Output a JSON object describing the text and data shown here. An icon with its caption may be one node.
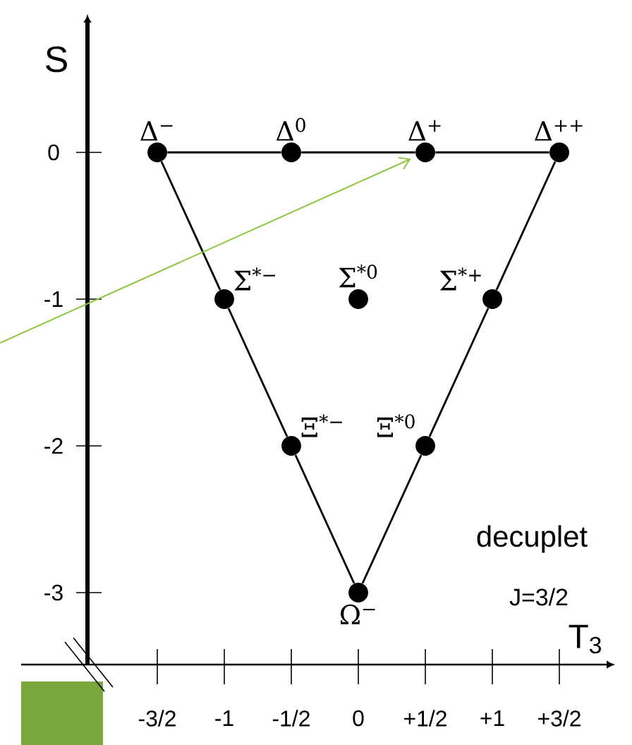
{
  "diagram": {
    "nodes": [
      {
        "text": [
          "Δ$^{−}$"
        ]
      },
      {
        "text": [
          "Δ$^{0}$"
        ]
      },
      {
        "text": [
          "Δ$^{+}$"
        ]
      },
      {
        "text": [
          "Δ$^{++}$"
        ]
      },
      {
        "text": [
          "Σ$^{*−}$"
        ]
      },
      {
        "text": [
          "Σ$^{*0}$"
        ]
      },
      {
        "text": [
          "Σ$^{*+}$"
        ]
      },
      {
        "text": [
          "Ξ$^{*−}$"
        ]
      },
      {
        "text": [
          "Ξ$^{*0}$"
        ]
      },
      {
        "text": [
          "Ω$^{−}$"
        ]
      }
    ],
    "edges": [
      {
        "from": 0,
        "to": 1,
        "arrow": "none"
      },
      {
        "from": 1,
        "to": 2,
        "arrow": "none"
      },
      {
        "from": 2,
        "to": 3,
        "arrow": "none"
      },
      {
        "from": 0,
        "to": 4,
        "arrow": "none"
      },
      {
        "from": 4,
        "to": 7,
        "arrow": "none"
      },
      {
        "from": 7,
        "to": 9,
        "arrow": "none"
      },
      {
        "from": 3,
        "to": 6,
        "arrow": "none"
      },
      {
        "from": 6,
        "to": 8,
        "arrow": "none"
      },
      {
        "from": 8,
        "to": 9,
        "arrow": "none"
      },
      {
        "from": null,
        "to": 2,
        "arrow": "to",
        "color": "#8cc63f"
      }
    ],
    "labels": [
      "S",
      "0",
      "-1",
      "-2",
      "-3",
      "decuplet",
      "J=3/2",
      "T$_{3}$",
      "-3/2",
      "-1",
      "-1/2",
      "0",
      "+1/2",
      "+1",
      "+3/2"
    ]
  }
}
